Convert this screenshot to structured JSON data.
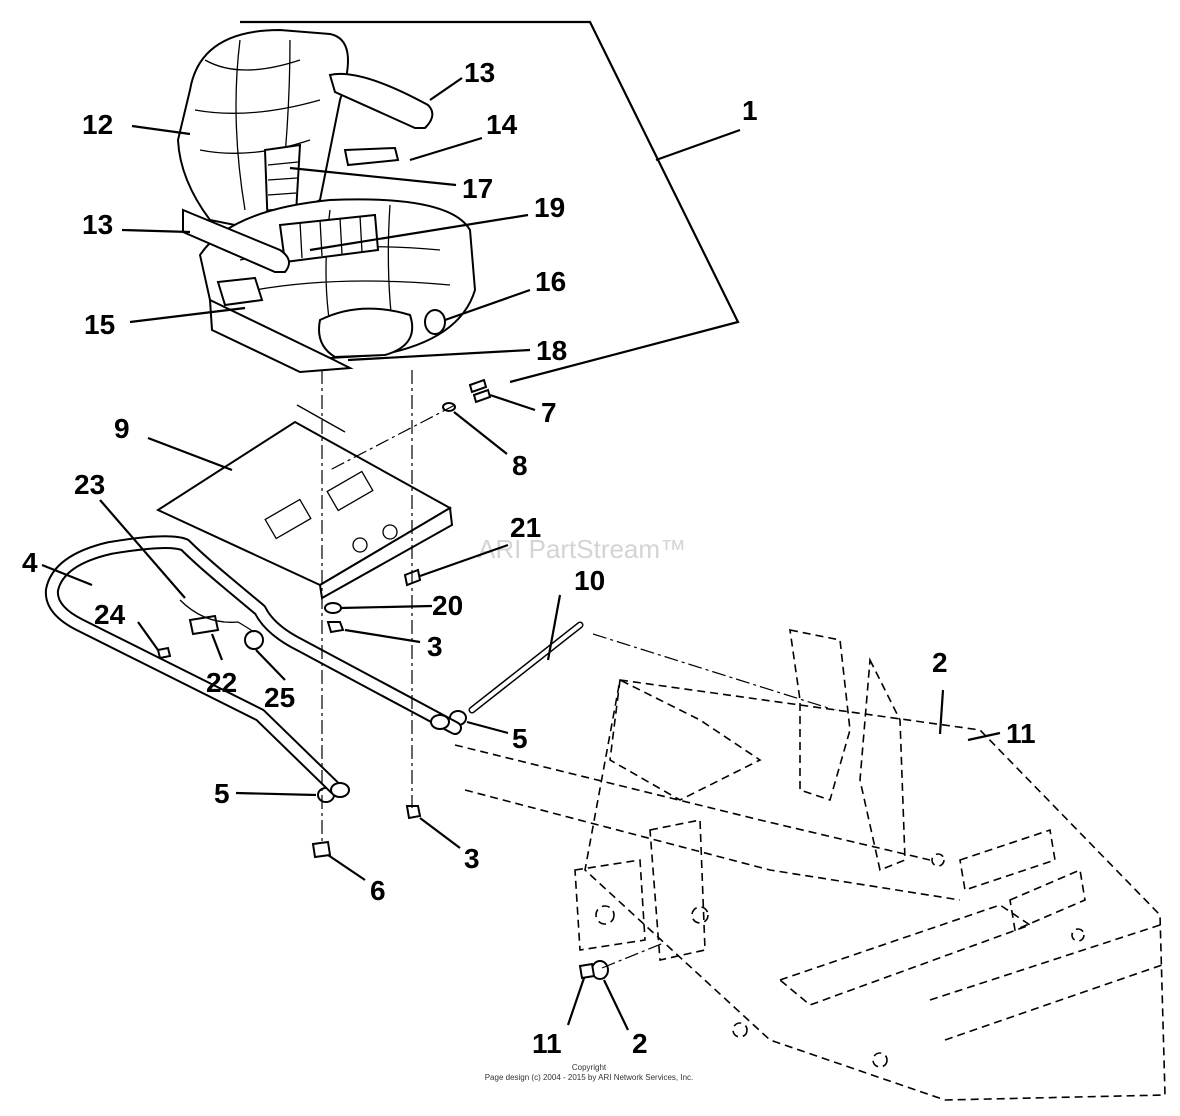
{
  "diagram": {
    "watermark": "ARI PartStream™",
    "copyright_title": "Copyright",
    "copyright_text": "Page design (c) 2004 - 2015 by ARI Network Services, Inc.",
    "callouts": [
      {
        "id": "c1",
        "label": "1"
      },
      {
        "id": "c2a",
        "label": "2"
      },
      {
        "id": "c2b",
        "label": "2"
      },
      {
        "id": "c3a",
        "label": "3"
      },
      {
        "id": "c3b",
        "label": "3"
      },
      {
        "id": "c4",
        "label": "4"
      },
      {
        "id": "c5a",
        "label": "5"
      },
      {
        "id": "c5b",
        "label": "5"
      },
      {
        "id": "c6",
        "label": "6"
      },
      {
        "id": "c7",
        "label": "7"
      },
      {
        "id": "c8",
        "label": "8"
      },
      {
        "id": "c9",
        "label": "9"
      },
      {
        "id": "c10",
        "label": "10"
      },
      {
        "id": "c11a",
        "label": "11"
      },
      {
        "id": "c11b",
        "label": "11"
      },
      {
        "id": "c12",
        "label": "12"
      },
      {
        "id": "c13a",
        "label": "13"
      },
      {
        "id": "c13b",
        "label": "13"
      },
      {
        "id": "c14",
        "label": "14"
      },
      {
        "id": "c15",
        "label": "15"
      },
      {
        "id": "c16",
        "label": "16"
      },
      {
        "id": "c17",
        "label": "17"
      },
      {
        "id": "c18",
        "label": "18"
      },
      {
        "id": "c19",
        "label": "19"
      },
      {
        "id": "c20",
        "label": "20"
      },
      {
        "id": "c21",
        "label": "21"
      },
      {
        "id": "c22",
        "label": "22"
      },
      {
        "id": "c23",
        "label": "23"
      },
      {
        "id": "c24",
        "label": "24"
      },
      {
        "id": "c25",
        "label": "25"
      }
    ]
  }
}
